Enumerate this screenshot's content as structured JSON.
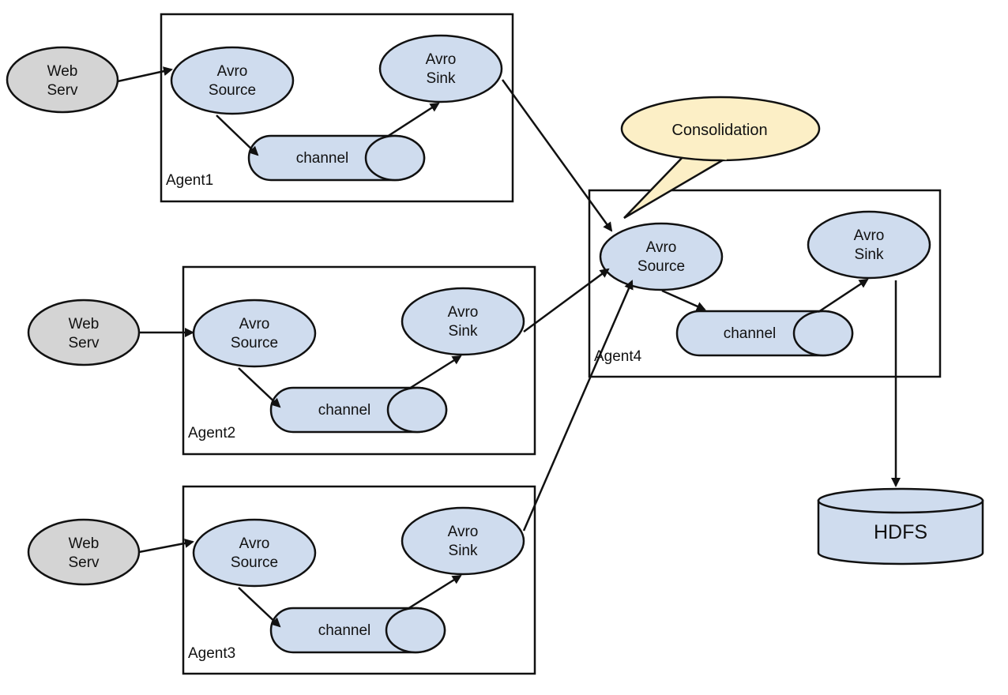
{
  "colors": {
    "node_fill": "#cfdcee",
    "webserv_fill": "#d4d4d4",
    "callout_fill": "#fcefc6",
    "stroke": "#111111",
    "background": "#ffffff"
  },
  "agents": [
    {
      "label": "Agent1",
      "webserv": [
        "Web",
        "Serv"
      ],
      "source": [
        "Avro",
        "Source"
      ],
      "sink": [
        "Avro",
        "Sink"
      ],
      "channel": "channel"
    },
    {
      "label": "Agent2",
      "webserv": [
        "Web",
        "Serv"
      ],
      "source": [
        "Avro",
        "Source"
      ],
      "sink": [
        "Avro",
        "Sink"
      ],
      "channel": "channel"
    },
    {
      "label": "Agent3",
      "webserv": [
        "Web",
        "Serv"
      ],
      "source": [
        "Avro",
        "Source"
      ],
      "sink": [
        "Avro",
        "Sink"
      ],
      "channel": "channel"
    }
  ],
  "agent4": {
    "label": "Agent4",
    "source": [
      "Avro",
      "Source"
    ],
    "sink": [
      "Avro",
      "Sink"
    ],
    "channel": "channel"
  },
  "callout": {
    "text": "Consolidation"
  },
  "storage": {
    "label": "HDFS"
  },
  "edges": [
    {
      "from": "Web Serv",
      "to": "Agent1 Avro Source"
    },
    {
      "from": "Agent1 Avro Source",
      "to": "Agent1 channel"
    },
    {
      "from": "Agent1 channel",
      "to": "Agent1 Avro Sink"
    },
    {
      "from": "Web Serv",
      "to": "Agent2 Avro Source"
    },
    {
      "from": "Agent2 Avro Source",
      "to": "Agent2 channel"
    },
    {
      "from": "Agent2 channel",
      "to": "Agent2 Avro Sink"
    },
    {
      "from": "Web Serv",
      "to": "Agent3 Avro Source"
    },
    {
      "from": "Agent3 Avro Source",
      "to": "Agent3 channel"
    },
    {
      "from": "Agent3 channel",
      "to": "Agent3 Avro Sink"
    },
    {
      "from": "Agent1 Avro Sink",
      "to": "Agent4 Avro Source"
    },
    {
      "from": "Agent2 Avro Sink",
      "to": "Agent4 Avro Source"
    },
    {
      "from": "Agent3 Avro Sink",
      "to": "Agent4 Avro Source"
    },
    {
      "from": "Agent4 Avro Source",
      "to": "Agent4 channel"
    },
    {
      "from": "Agent4 channel",
      "to": "Agent4 Avro Sink"
    },
    {
      "from": "Agent4 Avro Sink",
      "to": "HDFS"
    }
  ]
}
